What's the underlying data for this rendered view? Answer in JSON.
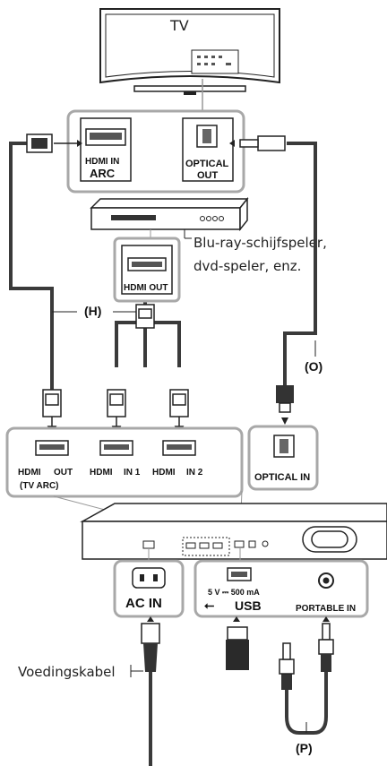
{
  "tv": {
    "label": "TV"
  },
  "tv_ports": {
    "hdmi_in": "HDMI IN",
    "arc": "ARC",
    "optical": "OPTICAL",
    "out": "OUT"
  },
  "player": {
    "caption_line1": "Blu-ray-schijfspeler,",
    "caption_line2": "dvd-speler, enz.",
    "hdmi_out": "HDMI OUT"
  },
  "cables": {
    "h": "(H)",
    "o": "(O)",
    "p": "(P)"
  },
  "soundbar_ports": {
    "hdmi_out": "OUT",
    "tv_arc": "(TV ARC)",
    "hdmi_in_1": "IN 1",
    "hdmi_in_2": "IN 2",
    "hdmi_logo": "HDMI",
    "optical_in": "OPTICAL IN"
  },
  "power": {
    "ac_in": "AC IN",
    "cable_label": "Voedingskabel"
  },
  "usb": {
    "spec": "5 V ⎓ 500 mA",
    "label": "USB"
  },
  "portable": {
    "label": "PORTABLE IN"
  },
  "colors": {
    "cable": "#3a3a3a",
    "panel": "#a8a8a8",
    "line": "#222222"
  }
}
